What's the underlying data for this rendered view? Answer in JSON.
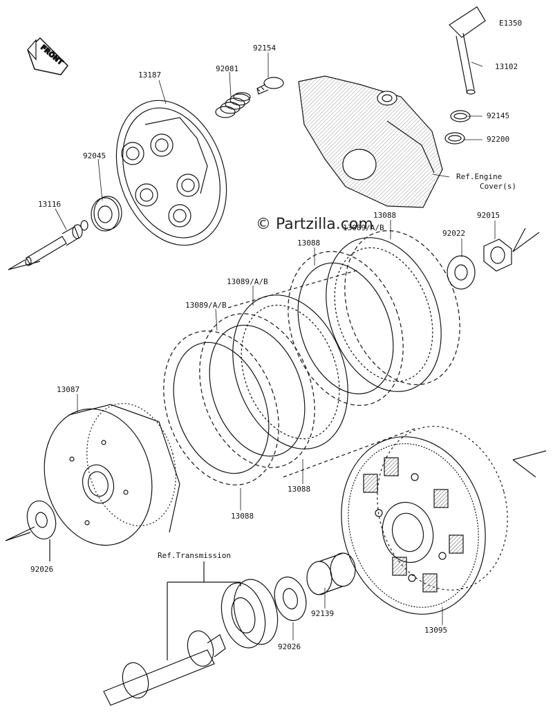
{
  "diagram": {
    "code": "E1350",
    "watermark": "© Partzilla.com",
    "direction_badge": "FRONT",
    "parts": [
      {
        "num": "13187"
      },
      {
        "num": "92081"
      },
      {
        "num": "92154"
      },
      {
        "num": "13102"
      },
      {
        "num": "92145"
      },
      {
        "num": "92200"
      },
      {
        "num": "92045"
      },
      {
        "num": "13116"
      },
      {
        "num": "92022"
      },
      {
        "num": "92015"
      },
      {
        "num": "13088"
      },
      {
        "num": "13089/A/B"
      },
      {
        "num": "13088"
      },
      {
        "num": "13089/A/B"
      },
      {
        "num": "13089/A/B"
      },
      {
        "num": "13087"
      },
      {
        "num": "13088"
      },
      {
        "num": "13088"
      },
      {
        "num": "92026"
      },
      {
        "num": "92139"
      },
      {
        "num": "92026"
      },
      {
        "num": "13095"
      }
    ],
    "refs": {
      "engine_cover_line1": "Ref.Engine",
      "engine_cover_line2": "Cover(s)",
      "transmission": "Ref.Transmission"
    }
  }
}
